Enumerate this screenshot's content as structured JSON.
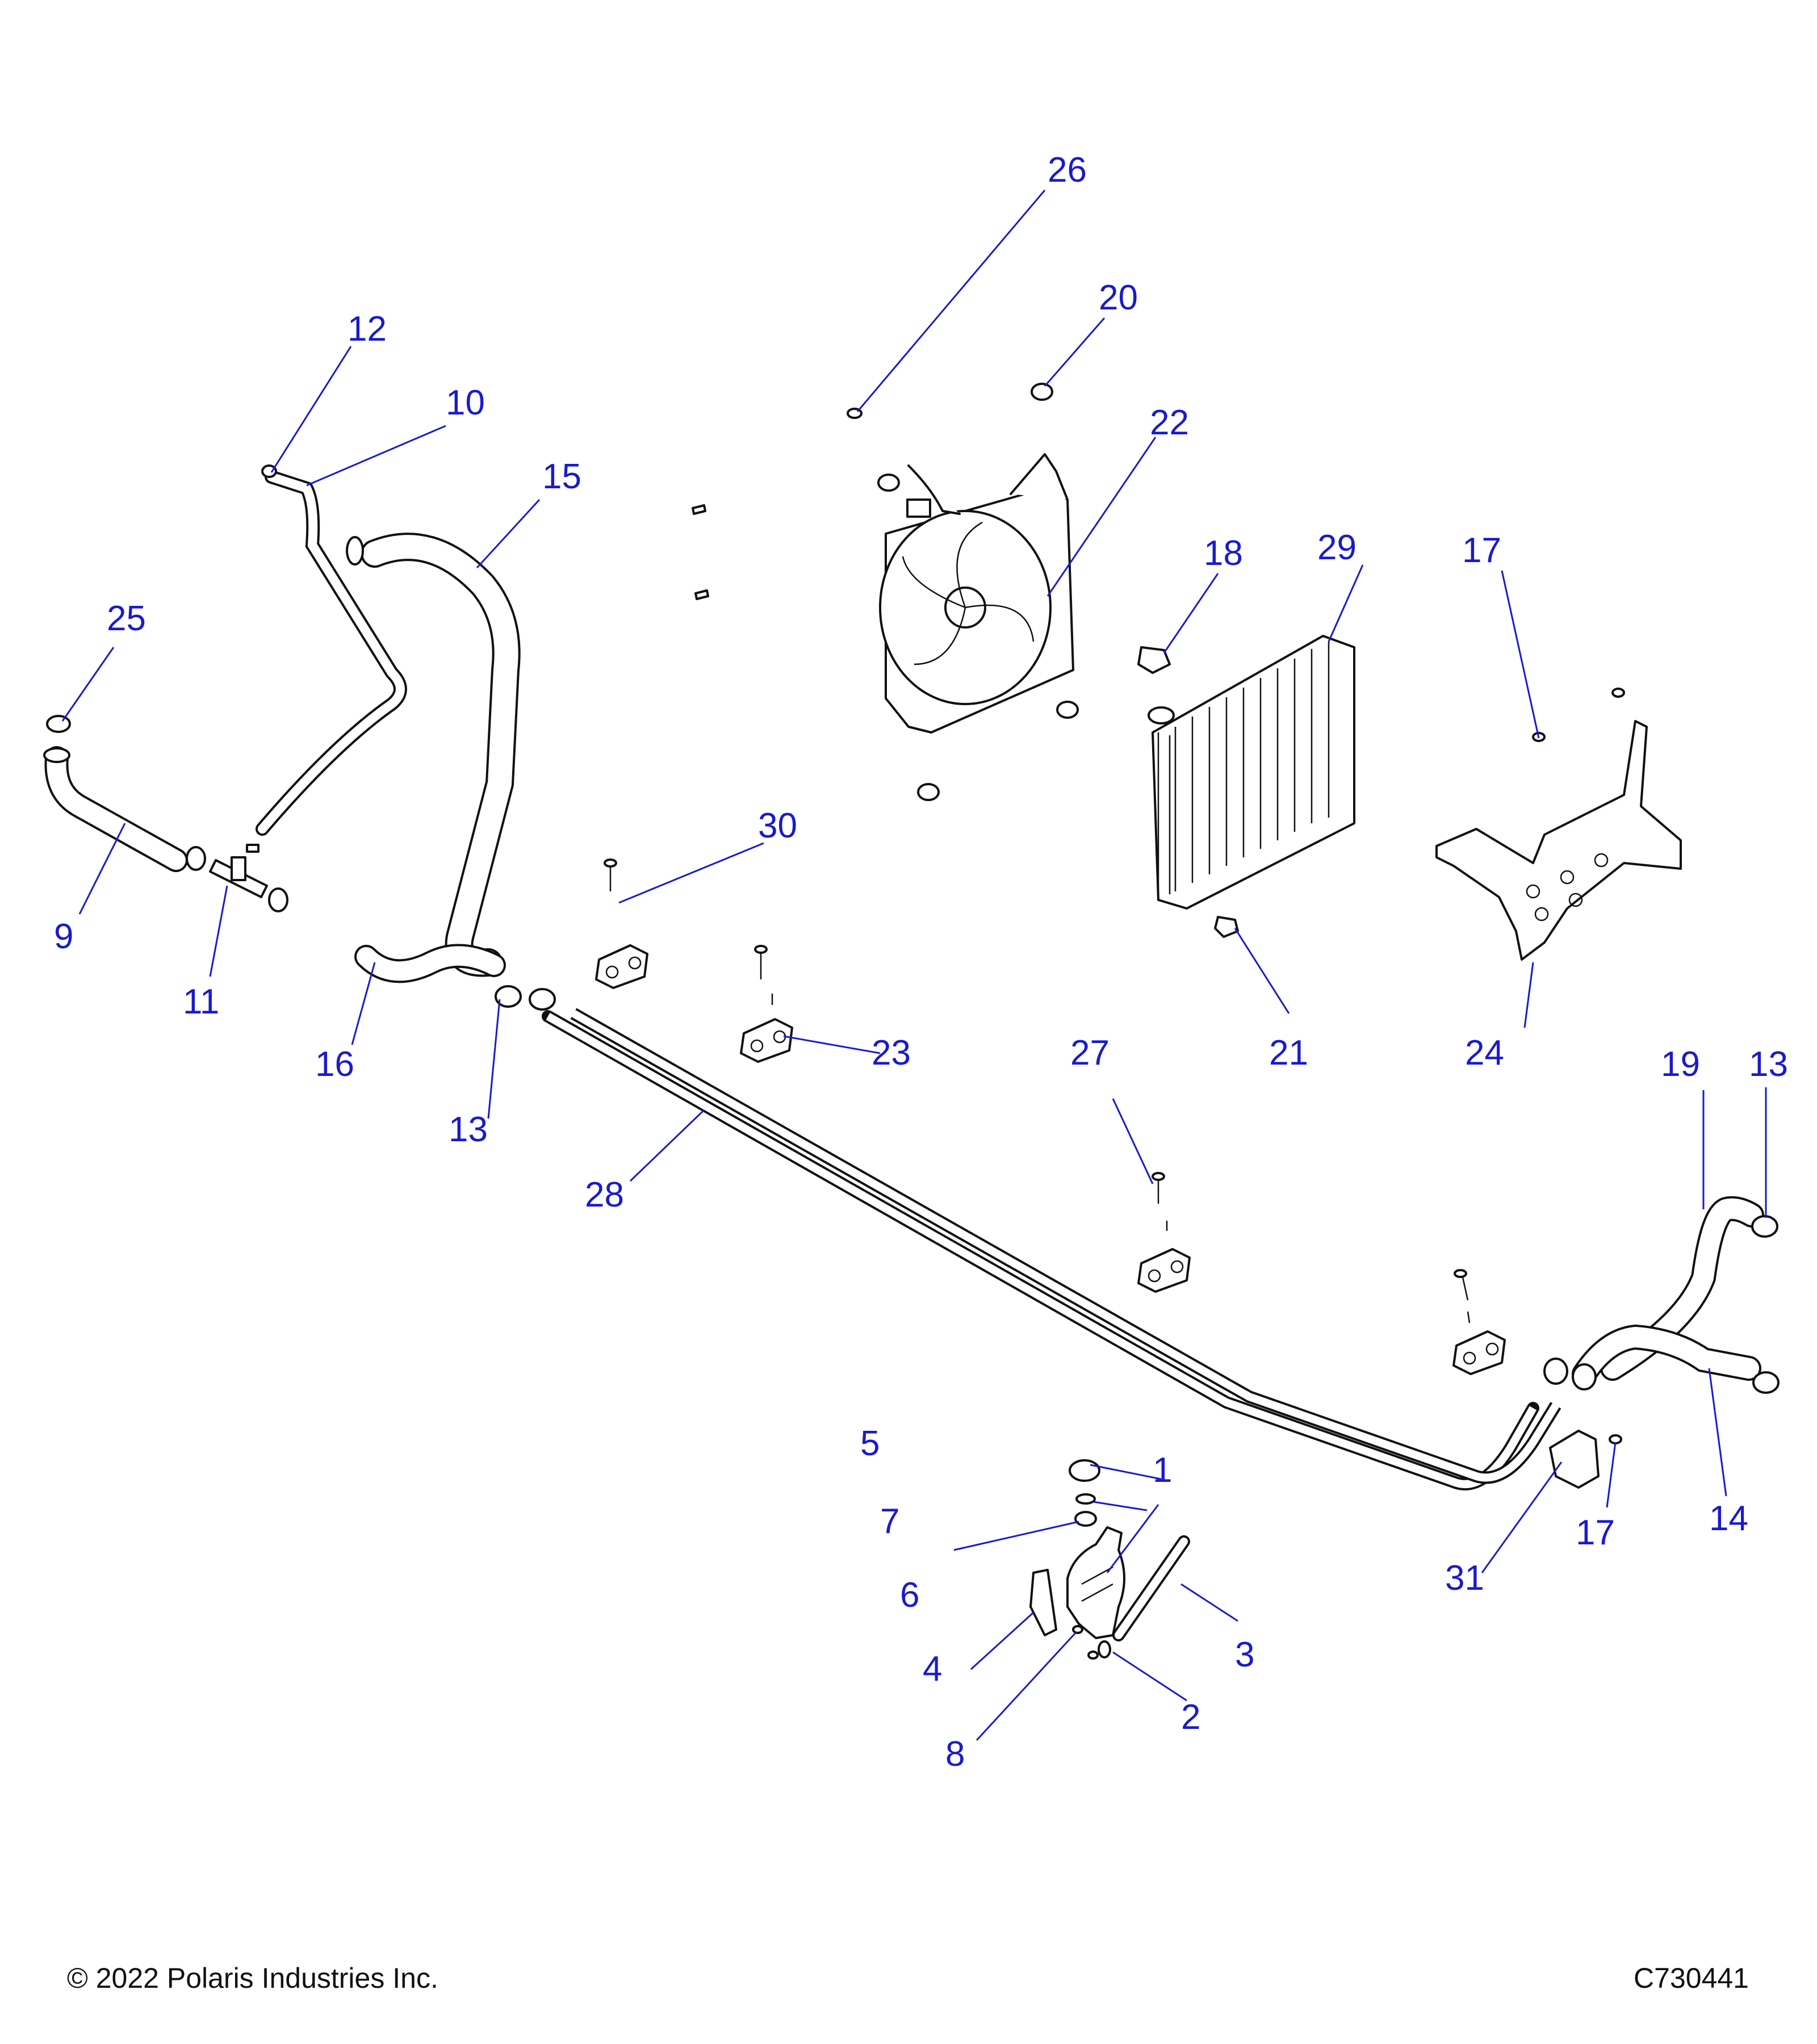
{
  "callouts": {
    "c1": "1",
    "c2": "2",
    "c3": "3",
    "c4": "4",
    "c5": "5",
    "c6": "6",
    "c7": "7",
    "c8": "8",
    "c9": "9",
    "c10": "10",
    "c11": "11",
    "c12": "12",
    "c13a": "13",
    "c13b": "13",
    "c14": "14",
    "c15": "15",
    "c16": "16",
    "c17a": "17",
    "c17b": "17",
    "c18": "18",
    "c19": "19",
    "c20": "20",
    "c21": "21",
    "c22": "22",
    "c23": "23",
    "c24": "24",
    "c25": "25",
    "c26": "26",
    "c27": "27",
    "c28": "28",
    "c29": "29",
    "c30": "30",
    "c31": "31"
  },
  "footer": {
    "copyright": "© 2022 Polaris Industries Inc.",
    "code": "C730441"
  }
}
